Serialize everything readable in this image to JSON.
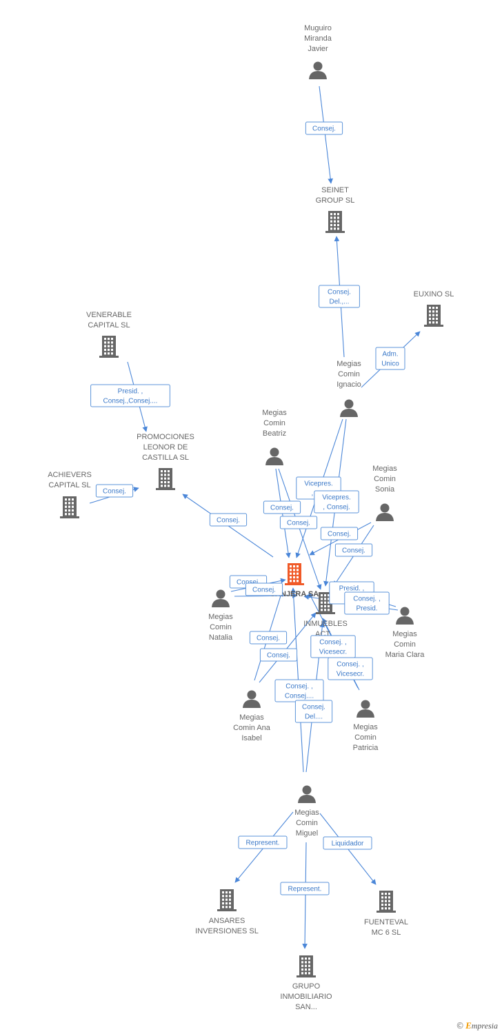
{
  "colors": {
    "edge": "#4a86d8",
    "node": "#666666",
    "focus": "#f05a28",
    "label_border": "#5b93d9",
    "label_text": "#3a78c8"
  },
  "nodes": [
    {
      "id": "muguiro",
      "kind": "person-icon",
      "lines": [
        "Muguiro",
        "Miranda",
        "Javier"
      ]
    },
    {
      "id": "seinet",
      "kind": "building-icon",
      "lines": [
        "SEINET",
        "GROUP SL"
      ]
    },
    {
      "id": "euxino",
      "kind": "building-icon",
      "lines": [
        "EUXINO SL"
      ]
    },
    {
      "id": "ignacio",
      "kind": "person-icon",
      "lines": [
        "Megias",
        "Comin",
        "Ignacio"
      ]
    },
    {
      "id": "venerable",
      "kind": "building-icon",
      "lines": [
        "VENERABLE",
        "CAPITAL SL"
      ]
    },
    {
      "id": "promociones",
      "kind": "building-icon",
      "lines": [
        "PROMOCIONES",
        "LEONOR DE",
        "CASTILLA SL"
      ]
    },
    {
      "id": "achievers",
      "kind": "building-icon",
      "lines": [
        "ACHIEVERS",
        "CAPITAL SL"
      ]
    },
    {
      "id": "beatriz",
      "kind": "person-icon",
      "lines": [
        "Megias",
        "Comin",
        "Beatriz"
      ]
    },
    {
      "id": "sonia",
      "kind": "person-icon",
      "lines": [
        "Megias",
        "Comin",
        "Sonia"
      ]
    },
    {
      "id": "natalia",
      "kind": "person-icon",
      "lines": [
        "Megias",
        "Comin",
        "Natalia"
      ]
    },
    {
      "id": "focus",
      "kind": "building-icon",
      "focus": true,
      "lines": [
        "SANJERA SA"
      ]
    },
    {
      "id": "inmuebles",
      "kind": "building-icon",
      "lines": [
        "INMUEBLES",
        "ACT..."
      ]
    },
    {
      "id": "mariaclara",
      "kind": "person-icon",
      "lines": [
        "Megias",
        "Comin",
        "Maria Clara"
      ]
    },
    {
      "id": "anaisabel",
      "kind": "person-icon",
      "lines": [
        "Megias",
        "Comin Ana",
        "Isabel"
      ]
    },
    {
      "id": "patricia",
      "kind": "person-icon",
      "lines": [
        "Megias",
        "Comin",
        "Patricia"
      ]
    },
    {
      "id": "miguel",
      "kind": "person-icon",
      "lines": [
        "Megias",
        "Comin",
        "Miguel"
      ]
    },
    {
      "id": "ansares",
      "kind": "building-icon",
      "lines": [
        "ANSARES",
        "INVERSIONES SL"
      ]
    },
    {
      "id": "fuenteval",
      "kind": "building-icon",
      "lines": [
        "FUENTEVAL",
        "MC 6 SL"
      ]
    },
    {
      "id": "grupo",
      "kind": "building-icon",
      "lines": [
        "GRUPO",
        "INMOBILIARIO",
        "SAN..."
      ]
    }
  ],
  "edges": [
    {
      "from": "muguiro",
      "to": "seinet",
      "lines": [
        "Consej."
      ]
    },
    {
      "from": "ignacio",
      "to": "seinet",
      "lines": [
        "Consej.",
        "Del.,..."
      ]
    },
    {
      "from": "ignacio",
      "to": "euxino",
      "lines": [
        "Adm.",
        "Unico"
      ]
    },
    {
      "from": "venerable",
      "to": "promociones",
      "lines": [
        "Presid. ,",
        "Consej.,Consej...."
      ]
    },
    {
      "from": "achievers",
      "to": "promociones",
      "lines": [
        "Consej."
      ]
    },
    {
      "from": "focus",
      "to": "promociones",
      "lines": [
        "Consej."
      ]
    },
    {
      "from": "ignacio",
      "to": "focus",
      "lines": [
        "Vicepres.",
        ", C..."
      ]
    },
    {
      "from": "ignacio",
      "to": "inmuebles",
      "lines": [
        "Vicepres.",
        ", Consej."
      ]
    },
    {
      "from": "beatriz",
      "to": "focus",
      "lines": [
        "Consej."
      ]
    },
    {
      "from": "beatriz",
      "to": "inmuebles",
      "lines": [
        "Consej."
      ]
    },
    {
      "from": "sonia",
      "to": "focus",
      "lines": [
        "Consej."
      ]
    },
    {
      "from": "sonia",
      "to": "inmuebles",
      "lines": [
        "Consej."
      ]
    },
    {
      "from": "natalia",
      "to": "focus",
      "lines": [
        "Consej."
      ]
    },
    {
      "from": "natalia",
      "to": "inmuebles",
      "lines": [
        "Consej."
      ]
    },
    {
      "from": "mariaclara",
      "to": "inmuebles",
      "lines": [
        "Presid. ,",
        "Co..."
      ]
    },
    {
      "from": "mariaclara",
      "to": "focus",
      "lines": [
        "Consej. ,",
        "Presid."
      ]
    },
    {
      "from": "anaisabel",
      "to": "focus",
      "lines": [
        "Consej."
      ]
    },
    {
      "from": "anaisabel",
      "to": "inmuebles",
      "lines": [
        "Consej."
      ]
    },
    {
      "from": "patricia",
      "to": "focus",
      "lines": [
        "Consej. ,",
        "Vicesecr."
      ]
    },
    {
      "from": "patricia",
      "to": "inmuebles",
      "lines": [
        "Consej. ,",
        "Vicesecr."
      ]
    },
    {
      "from": "miguel",
      "to": "focus",
      "lines": [
        "Consej. ,",
        "Consej...."
      ]
    },
    {
      "from": "miguel",
      "to": "inmuebles",
      "lines": [
        "Consej.",
        "Del...."
      ]
    },
    {
      "from": "miguel",
      "to": "ansares",
      "lines": [
        "Represent."
      ]
    },
    {
      "from": "miguel",
      "to": "grupo",
      "lines": [
        "Represent."
      ]
    },
    {
      "from": "miguel",
      "to": "fuenteval",
      "lines": [
        "Liquidador"
      ]
    }
  ],
  "brand": {
    "copyright": "©",
    "initial": "E",
    "name": "mpresia"
  }
}
